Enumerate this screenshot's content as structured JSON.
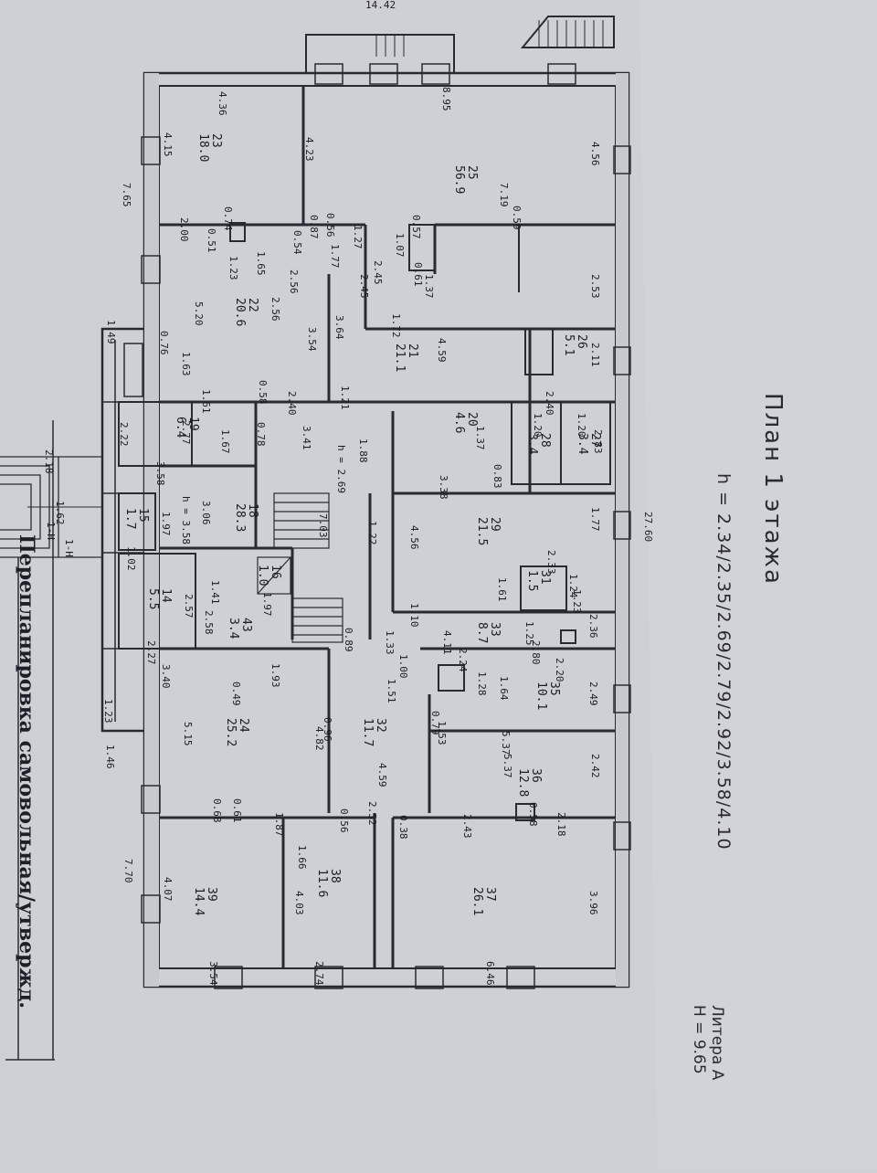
{
  "sheet": {
    "title": "План 1 этажа",
    "heights": "h = 2.34/2.35/2.69/2.79/2.92/3.58/4.10",
    "litera": "Литера А",
    "total_height": "H = 9.65",
    "stamp": "Перепланировка самовольная/утвержд.",
    "overall_length": "27.60",
    "overall_width": "14.42"
  },
  "rooms": [
    {
      "id": "23",
      "area": "18.0"
    },
    {
      "id": "25",
      "area": "56.9"
    },
    {
      "id": "22",
      "area": "20.6"
    },
    {
      "id": "21",
      "area": "21.1"
    },
    {
      "id": "26",
      "area": "5.1"
    },
    {
      "id": "19",
      "area": "6.4"
    },
    {
      "id": "20",
      "area": "4.6"
    },
    {
      "id": "28",
      "area": "3.4"
    },
    {
      "id": "27",
      "area": "3.4"
    },
    {
      "id": "18",
      "area": "28.3"
    },
    {
      "id": "15",
      "area": "1.7"
    },
    {
      "id": "29",
      "area": "21.5"
    },
    {
      "id": "31",
      "area": "1.5"
    },
    {
      "id": "16",
      "area": "1.0"
    },
    {
      "id": "14",
      "area": "5.5"
    },
    {
      "id": "43",
      "area": "3.4"
    },
    {
      "id": "33",
      "area": "8.7"
    },
    {
      "id": "35",
      "area": "10.1"
    },
    {
      "id": "24",
      "area": "25.2"
    },
    {
      "id": "32",
      "area": "11.7"
    },
    {
      "id": "36",
      "area": "12.8"
    },
    {
      "id": "39",
      "area": "14.4"
    },
    {
      "id": "38",
      "area": "11.6"
    },
    {
      "id": "37",
      "area": "26.1"
    }
  ],
  "dims": [
    "4.36",
    "4.15",
    "4.23",
    "7.65",
    "8.95",
    "4.56",
    "7.19",
    "0.59",
    "2.53",
    "2.00",
    "0.74",
    "0.87",
    "0.56",
    "1.27",
    "0.57",
    "0.51",
    "1.23",
    "1.65",
    "0.54",
    "1.77",
    "2.56",
    "2.56",
    "1.07",
    "2.45",
    "0.61",
    "1.37",
    "2.45",
    "1.72",
    "5.20",
    "0.76",
    "1.49",
    "1.63",
    "3.64",
    "3.54",
    "4.59",
    "2.11",
    "1.61",
    "0.58",
    "2.40",
    "1.21",
    "2.40",
    "1.20",
    "1.20",
    "2.77",
    "2.22",
    "1.67",
    "0.78",
    "3.41",
    "1.88",
    "h = 2.69",
    "1.37",
    "2.18",
    "3.58",
    "3.38",
    "0.83",
    "2.83",
    "1.62",
    "3.06",
    "h = 3.58",
    "1.97",
    "7.03",
    "1.22",
    "4.56",
    "1.77",
    "1.02",
    "2.33",
    "1.41",
    "1.97",
    "2.57",
    "2.58",
    "1.61",
    "1.10",
    "1.24",
    "1.23",
    "1.25",
    "2.27",
    "0.89",
    "1.33",
    "4.11",
    "2.24",
    "2.80",
    "2.36",
    "3.40",
    "1.93",
    "1.00",
    "1.51",
    "1.64",
    "2.20",
    "0.49",
    "1.28",
    "2.49",
    "1.23",
    "0.79",
    "1.53",
    "5.37",
    "5.15",
    "4.82",
    "0.96",
    "4.59",
    "5.37",
    "1.46",
    "2.42",
    "0.61",
    "0.68",
    "1.87",
    "2.52",
    "0.58",
    "2.18",
    "2.43",
    "0.56",
    "0.38",
    "1.66",
    "7.70",
    "4.07",
    "4.03",
    "3.96",
    "3.54",
    "2.74",
    "6.46",
    "1-Н",
    "1-Н"
  ]
}
